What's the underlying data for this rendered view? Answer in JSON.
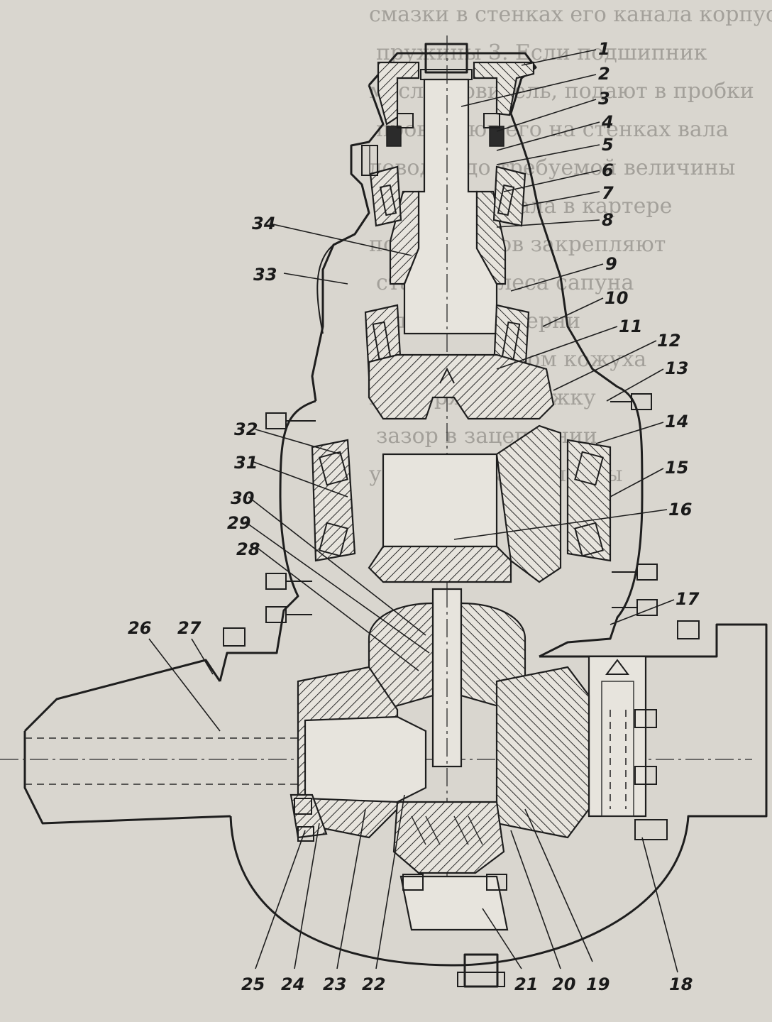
{
  "diagram": {
    "background_text": [
      "смазки в стенках его канала корпуса подшипника",
      "пружины 3. Если подшипник",
      "маслоуловитель, подают в пробки",
      "проверяют его на стенках вала",
      "доводят до требуемой величины",
      "дифференциала в картере",
      "подшипников закрепляют",
      "стакана колеса сапуна",
      "ведомой шестерни",
      "картер замером кожуха",
      "проверяют натяжку",
      "зазор в зацеплении",
      "устанавливают шайбы"
    ],
    "callouts": [
      "1",
      "2",
      "3",
      "4",
      "5",
      "6",
      "7",
      "8",
      "9",
      "10",
      "11",
      "12",
      "13",
      "14",
      "15",
      "16",
      "17",
      "18",
      "19",
      "20",
      "21",
      "22",
      "23",
      "24",
      "25",
      "26",
      "27",
      "28",
      "29",
      "30",
      "31",
      "32",
      "33",
      "34"
    ]
  }
}
